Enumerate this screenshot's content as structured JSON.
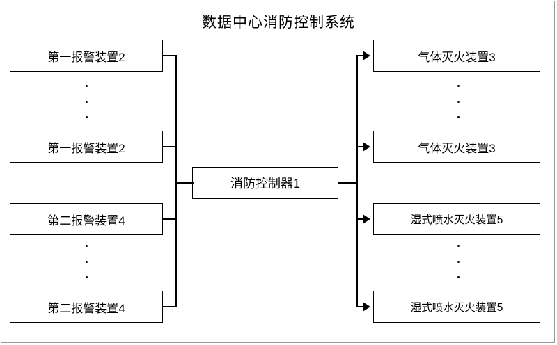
{
  "diagram": {
    "title": "数据中心消防控制系统",
    "controller": {
      "label": "消防控制器1"
    },
    "left_boxes": [
      {
        "label": "第一报警装置2"
      },
      {
        "label": "第一报警装置2"
      },
      {
        "label": "第二报警装置4"
      },
      {
        "label": "第二报警装置4"
      }
    ],
    "right_boxes": [
      {
        "label": "气体灭火装置3"
      },
      {
        "label": "气体灭火装置3"
      },
      {
        "label": "湿式喷水灭火装置5"
      },
      {
        "label": "湿式喷水灭火装置5"
      }
    ],
    "ellipsis_marker": "⋮",
    "colors": {
      "stroke": "#000000",
      "frame": "#9a9a9a",
      "background": "#ffffff"
    }
  }
}
